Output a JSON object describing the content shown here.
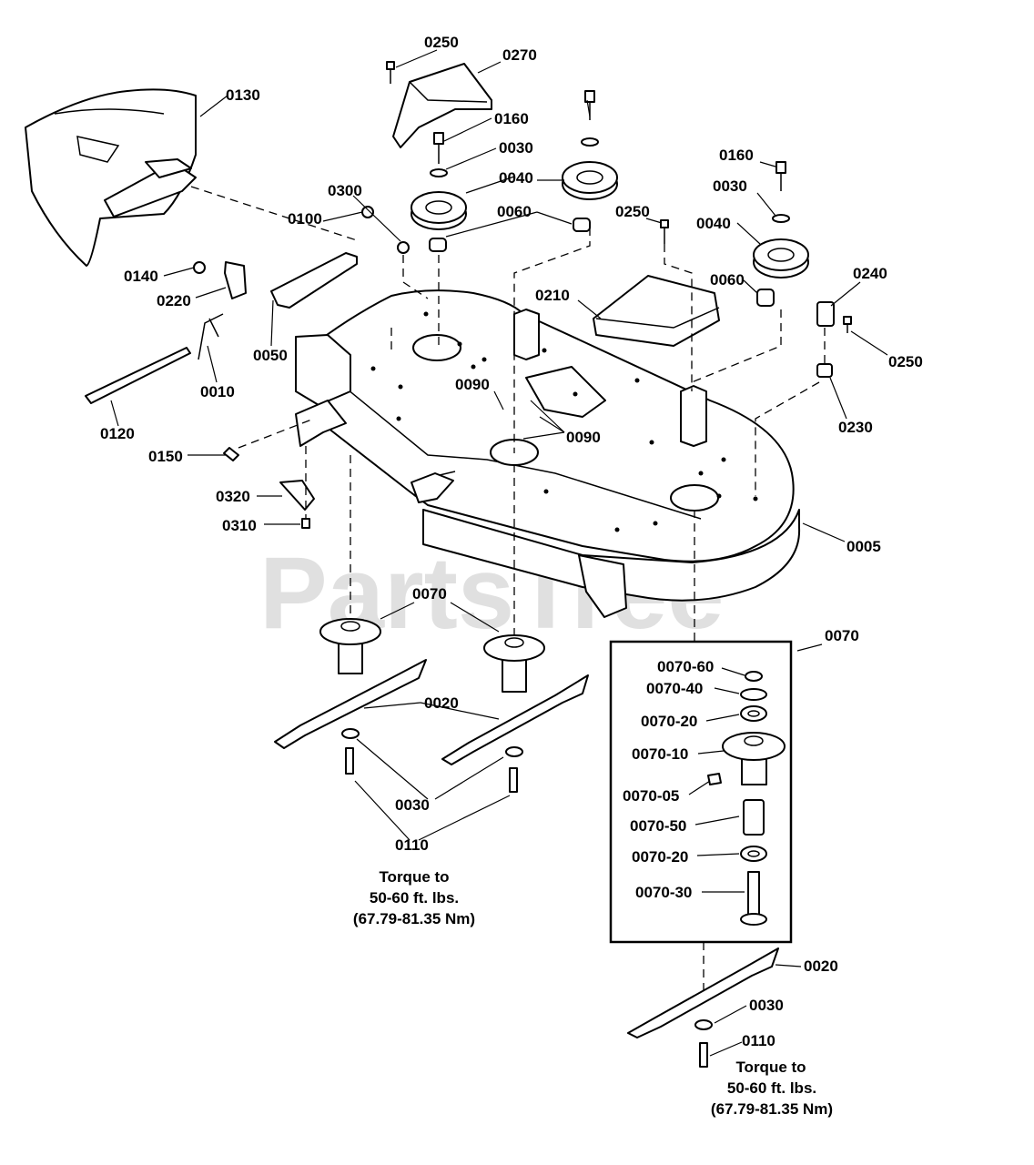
{
  "watermark": {
    "text": "PartsTree",
    "tm": "™"
  },
  "labels": {
    "p0250_top": "0250",
    "p0270": "0270",
    "p0130": "0130",
    "p0160_a": "0160",
    "p0030_a": "0030",
    "p0040_a": "0040",
    "p0060_a": "0060",
    "p0300": "0300",
    "p0100": "0100",
    "p0140": "0140",
    "p0220": "0220",
    "p0050": "0050",
    "p0010": "0010",
    "p0120": "0120",
    "p0150": "0150",
    "p0160_b": "0160",
    "p0030_b": "0030",
    "p0250_mid": "0250",
    "p0040_b": "0040",
    "p0060_b": "0060",
    "p0210": "0210",
    "p0240": "0240",
    "p0250_right": "0250",
    "p0230": "0230",
    "p0090_a": "0090",
    "p0090_b": "0090",
    "p0320": "0320",
    "p0310": "0310",
    "p0005": "0005",
    "p0070_left": "0070",
    "p0070_right": "0070",
    "p0020_left": "0020",
    "p0030_left": "0030",
    "p0110_left": "0110",
    "p0020_right": "0020",
    "p0030_right": "0030",
    "p0110_right": "0110"
  },
  "inset_labels": {
    "l60": "0070-60",
    "l40": "0070-40",
    "l20a": "0070-20",
    "l10": "0070-10",
    "l05": "0070-05",
    "l50": "0070-50",
    "l20b": "0070-20",
    "l30": "0070-30"
  },
  "torque_notes": {
    "left": [
      "Torque to",
      "50-60 ft. lbs.",
      "(67.79-81.35 Nm)"
    ],
    "right": [
      "Torque to",
      "50-60 ft. lbs.",
      "(67.79-81.35 Nm)"
    ]
  }
}
